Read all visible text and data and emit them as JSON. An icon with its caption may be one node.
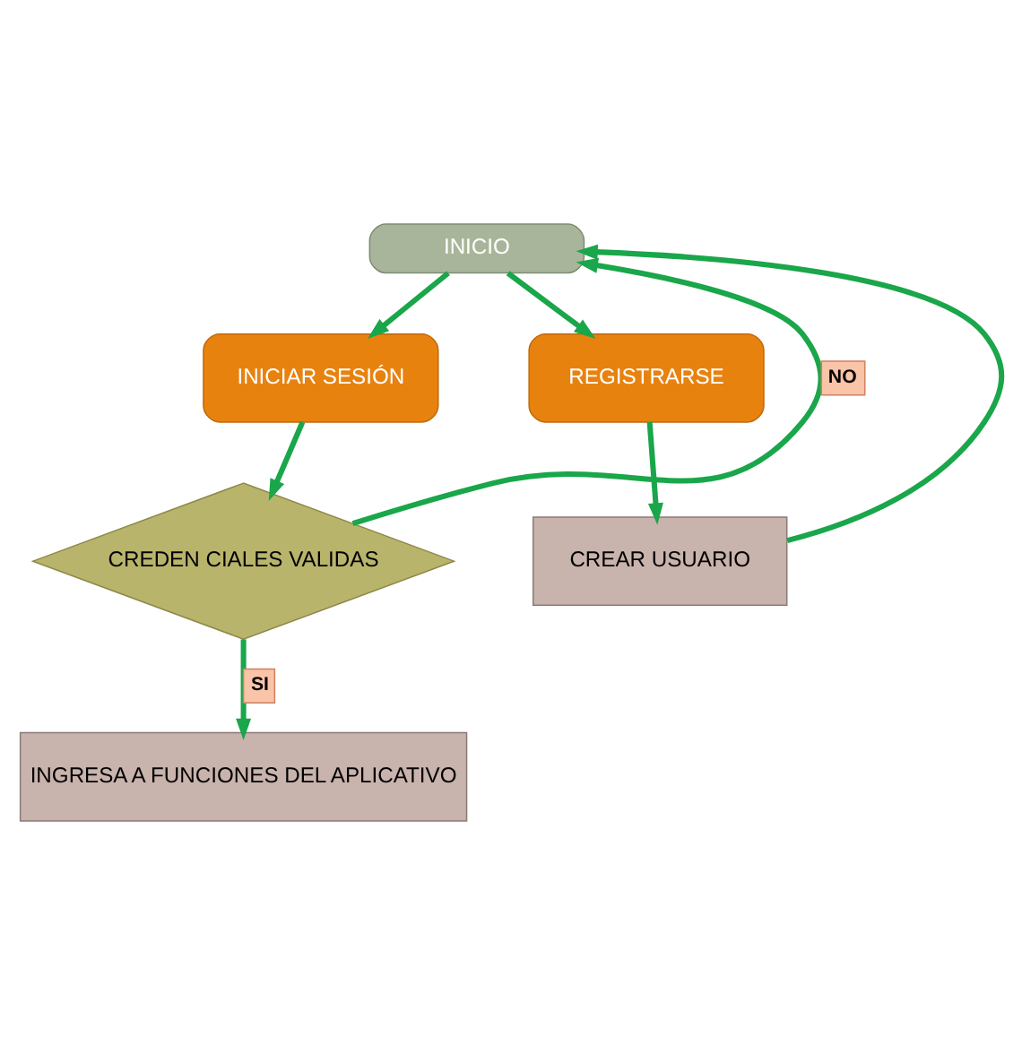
{
  "diagram": {
    "nodes": [
      {
        "text": [
          "INICIO"
        ]
      },
      {
        "text": [
          "INICIAR SESIÓN"
        ]
      },
      {
        "text": [
          "REGISTRARSE"
        ]
      },
      {
        "text": [
          "CREDEN CIALES VALIDAS"
        ]
      },
      {
        "text": [
          "CREAR USUARIO"
        ]
      },
      {
        "text": [
          "INGRESA A FUNCIONES DEL APLICATIVO"
        ]
      }
    ],
    "edges": [
      {
        "from": 0,
        "to": 1,
        "arrow": "to"
      },
      {
        "from": 0,
        "to": 2,
        "arrow": "to"
      },
      {
        "from": 1,
        "to": 3,
        "arrow": "to"
      },
      {
        "from": 2,
        "to": 4,
        "arrow": "to"
      },
      {
        "from": 3,
        "to": 0,
        "arrow": "to",
        "label": "NO"
      },
      {
        "from": 4,
        "to": 0,
        "arrow": "to"
      },
      {
        "from": 3,
        "to": 5,
        "arrow": "to",
        "label": "SI"
      }
    ]
  }
}
